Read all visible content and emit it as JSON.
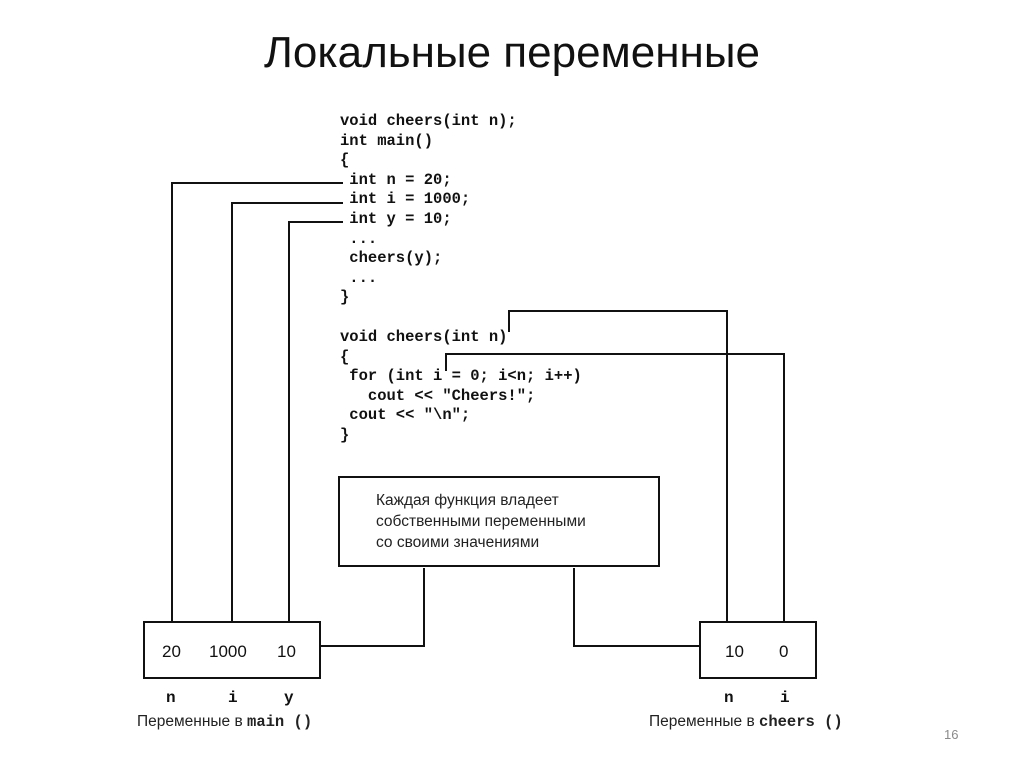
{
  "title": "Локальные переменные",
  "code": {
    "main_lines": [
      "void cheers(int n);",
      "int main()",
      "{",
      " int n = 20;",
      " int i = 1000;",
      " int y = 10;",
      " ...",
      " cheers(y);",
      " ...",
      "}"
    ],
    "cheers_lines": [
      "void cheers(int n)",
      "{",
      " for (int i = 0; i<n; i++)",
      "   cout << \"Cheers!\";",
      " cout << \"\\n\";",
      "}"
    ]
  },
  "note_lines": [
    "Каждая функция владеет",
    "собственными переменными",
    "со своими значениями"
  ],
  "main_vars": {
    "values": [
      "20",
      "1000",
      "10"
    ],
    "names": [
      "n",
      "i",
      "y"
    ],
    "caption_text": "Переменные в ",
    "caption_func": "main ()"
  },
  "cheers_vars": {
    "values": [
      "10",
      "0"
    ],
    "names": [
      "n",
      "i"
    ],
    "caption_text": "Переменные в ",
    "caption_func": "cheers ()"
  },
  "page_number": "16"
}
